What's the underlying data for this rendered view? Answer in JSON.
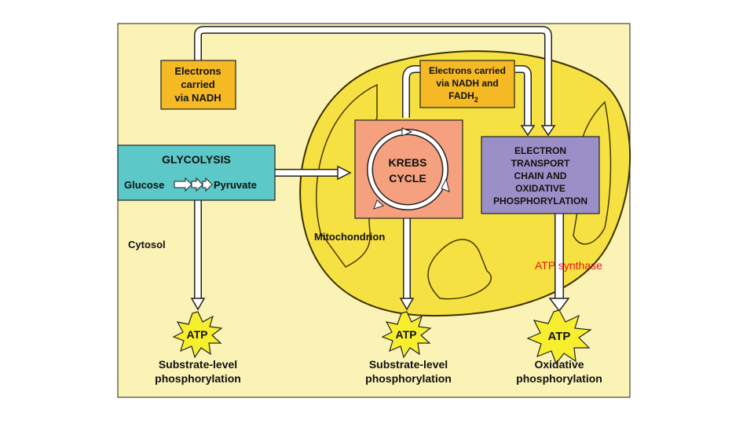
{
  "colors": {
    "background": "#fbf2b6",
    "mitochondrion": "#f6e142",
    "glycolysis_box": "#5cc8c8",
    "electron_box": "#f5b925",
    "krebs_box": "#f5a07e",
    "etc_box": "#9b8fc7",
    "atp_star": "#f7ef2e",
    "red_text": "#e8141b"
  },
  "labels": {
    "electrons_nadh": [
      "Electrons",
      "carried",
      "via NADH"
    ],
    "electrons_nadh_fadh": [
      "Electrons carried",
      "via NADH and",
      "FADH"
    ],
    "fadh_subscript": "2",
    "glycolysis_title": "GLYCOLYSIS",
    "glucose": "Glucose",
    "pyruvate": "Pyruvate",
    "krebs": [
      "KREBS",
      "CYCLE"
    ],
    "etc": [
      "ELECTRON",
      "TRANSPORT",
      "CHAIN AND",
      "OXIDATIVE",
      "PHOSPHORYLATION"
    ],
    "cytosol": "Cytosol",
    "mitochondrion": "Mitochondrion",
    "atp_synthase": "ATP  synthase",
    "atp": "ATP",
    "substrate_level": [
      "Substrate-level",
      "phosphorylation"
    ],
    "oxidative": [
      "Oxidative",
      "phosphorylation"
    ]
  }
}
